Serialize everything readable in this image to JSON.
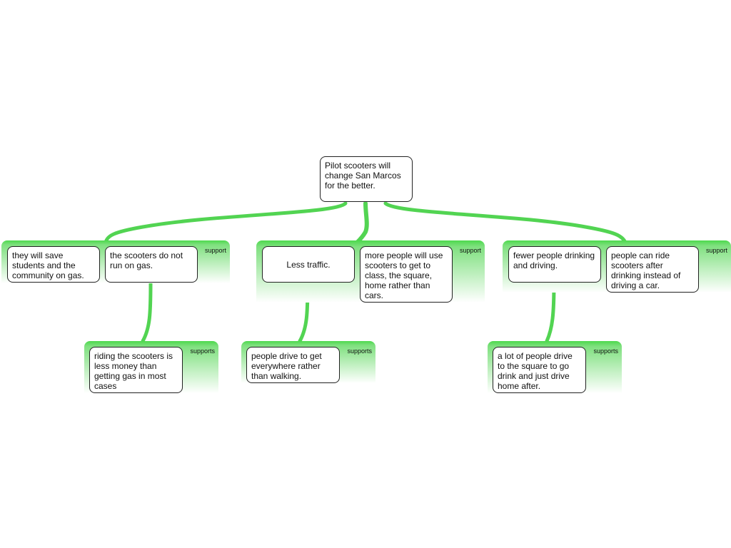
{
  "root": {
    "text": "Pilot scooters will change San Marcos for the better."
  },
  "groups": [
    {
      "label": "support",
      "nodes": [
        "they will save students and the community on gas.",
        "the scooters do not run on gas."
      ]
    },
    {
      "label": "support",
      "nodes": [
        "Less traffic.",
        "more people will use scooters to get to class, the square, home rather than cars."
      ]
    },
    {
      "label": "support",
      "nodes": [
        "fewer people drinking and driving.",
        "people can ride scooters after drinking instead of driving a car."
      ]
    }
  ],
  "subgroups": [
    {
      "label": "supports",
      "nodes": [
        "riding the scooters is less money than getting gas in most cases"
      ]
    },
    {
      "label": "supports",
      "nodes": [
        "people drive to get everywhere rather than walking."
      ]
    },
    {
      "label": "supports",
      "nodes": [
        "a lot of people drive to the square to go drink and just drive home after."
      ]
    }
  ],
  "colors": {
    "link": "#52d452",
    "group_top": "#4dd94d",
    "border": "#222222"
  }
}
